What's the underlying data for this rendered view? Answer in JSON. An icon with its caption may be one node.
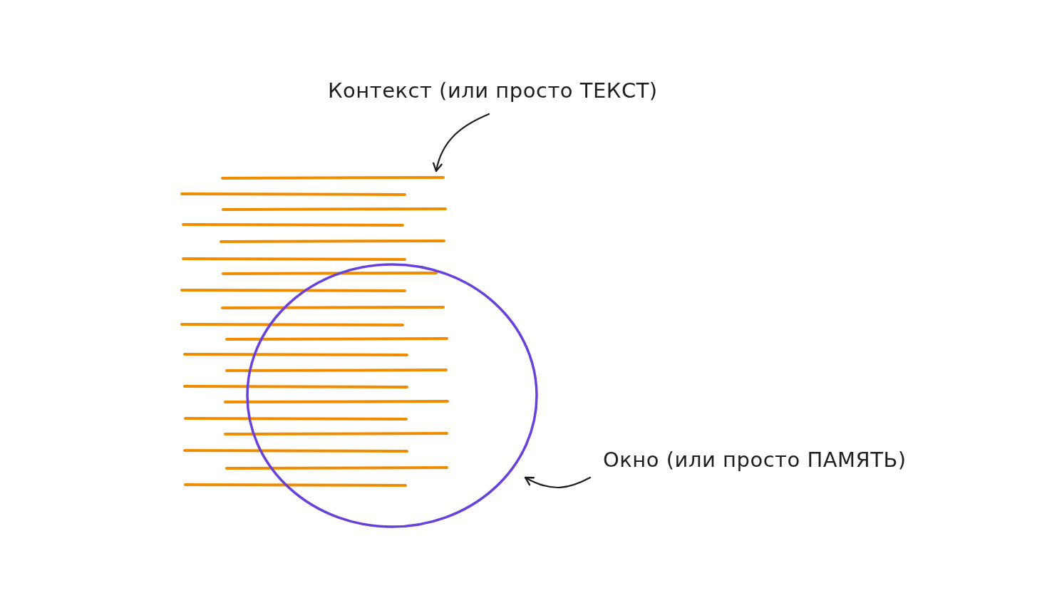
{
  "diagram": {
    "nodes": [
      {
        "text": [
          "Контекст (или просто ТЕКСТ)"
        ]
      },
      {
        "text": [],
        "shape": "picture"
      },
      {
        "text": [],
        "shape": "circle"
      },
      {
        "text": [
          "Окно (или просто ПАМЯТЬ)"
        ]
      }
    ],
    "edges": [
      {
        "from": 0,
        "to": 1,
        "arrow": "to"
      },
      {
        "from": 3,
        "to": 2,
        "arrow": "to"
      }
    ]
  }
}
